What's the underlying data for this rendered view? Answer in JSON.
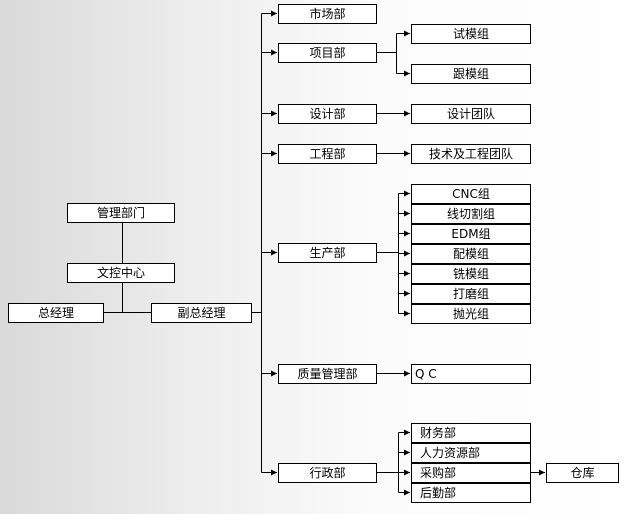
{
  "org": {
    "gm": "总经理",
    "vgm": "副总经理",
    "doc_control": "文控中心",
    "management": "管理部门",
    "departments": {
      "market": "市场部",
      "project": "项目部",
      "design": "设计部",
      "engineering": "工程部",
      "production": "生产部",
      "quality": "质量管理部",
      "admin": "行政部"
    },
    "project_groups": [
      "试模组",
      "跟模组"
    ],
    "design_team": "设计团队",
    "engineering_team": "技术及工程团队",
    "production_groups": [
      "CNC组",
      "线切割组",
      "EDM组",
      "配模组",
      "铣模组",
      "打磨组",
      "抛光组"
    ],
    "quality_team": "Q C",
    "admin_groups": [
      "财务部",
      "人力资源部",
      "采购部",
      "后勤部"
    ],
    "warehouse": "仓库"
  }
}
